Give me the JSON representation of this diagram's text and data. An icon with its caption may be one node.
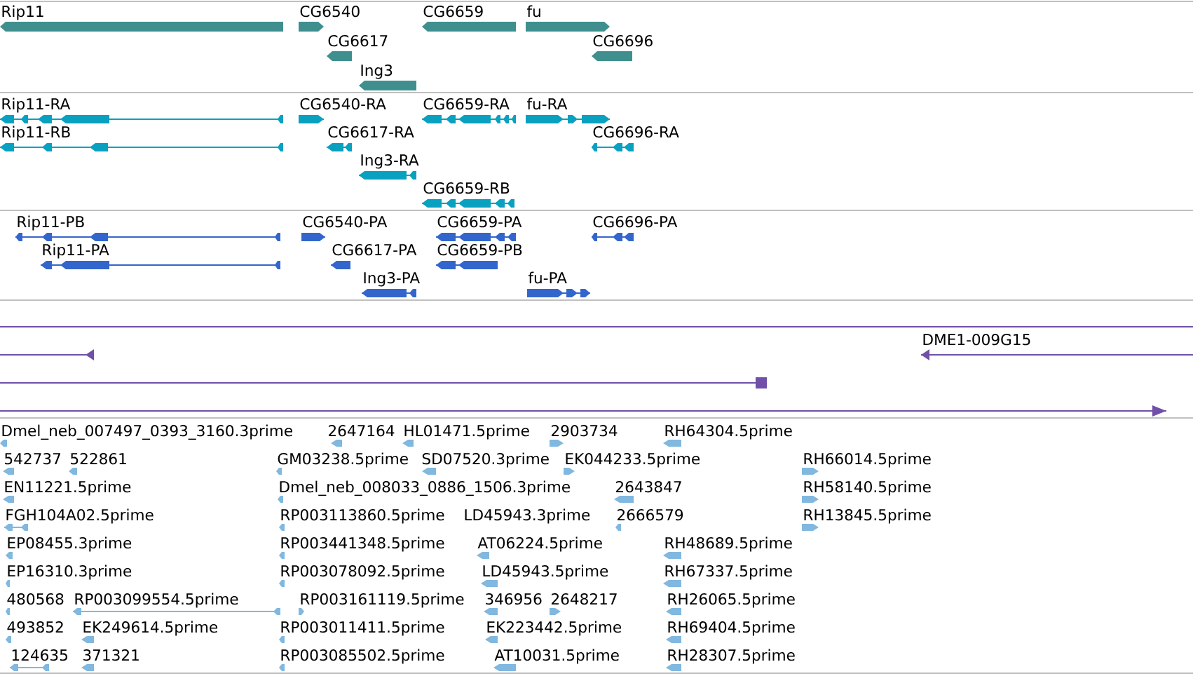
{
  "diagram": {
    "nodes": [
      {
        "text": [
          "Rip11"
        ]
      },
      {
        "text": [
          "CG6540"
        ]
      },
      {
        "text": [
          "CG6659"
        ]
      },
      {
        "text": [
          "fu"
        ]
      },
      {
        "text": [
          "CG6617"
        ]
      },
      {
        "text": [
          "CG6696"
        ]
      },
      {
        "text": [
          "Ing3"
        ]
      },
      {
        "text": [
          "Rip11-RA"
        ]
      },
      {
        "text": [
          "CG6540-RA"
        ]
      },
      {
        "text": [
          "CG6659-RA"
        ]
      },
      {
        "text": [
          "fu-RA"
        ]
      },
      {
        "text": [
          "Rip11-RB"
        ]
      },
      {
        "text": [
          "CG6617-RA"
        ]
      },
      {
        "text": [
          "CG6696-RA"
        ]
      },
      {
        "text": [
          "Ing3-RA"
        ]
      },
      {
        "text": [
          "CG6659-RB"
        ]
      },
      {
        "text": [
          "Rip11-PB"
        ]
      },
      {
        "text": [
          "CG6540-PA"
        ]
      },
      {
        "text": [
          "CG6659-PA"
        ]
      },
      {
        "text": [
          "CG6696-PA"
        ]
      },
      {
        "text": [
          "Rip11-PA"
        ]
      },
      {
        "text": [
          "CG6617-PA"
        ]
      },
      {
        "text": [
          "CG6659-PB"
        ]
      },
      {
        "text": [
          "Ing3-PA"
        ]
      },
      {
        "text": [
          "fu-PA"
        ]
      },
      {
        "text": [],
        "shape": "bar"
      },
      {
        "text": [],
        "shape": "bar"
      },
      {
        "text": [
          "DME1-009G15"
        ]
      },
      {
        "text": [],
        "shape": "bar"
      },
      {
        "text": [],
        "shape": "bar"
      },
      {
        "text": [
          "Dmel_neb_007497_0393_3160.3prime"
        ]
      },
      {
        "text": [
          "2647164"
        ]
      },
      {
        "text": [
          "HL01471.5prime"
        ]
      },
      {
        "text": [
          "2903734"
        ]
      },
      {
        "text": [
          "RH64304.5prime"
        ]
      },
      {
        "text": [
          "542737"
        ]
      },
      {
        "text": [
          "522861"
        ]
      },
      {
        "text": [
          "GM03238.5prime"
        ]
      },
      {
        "text": [
          "SD07520.3prime"
        ]
      },
      {
        "text": [
          "EK044233.5prime"
        ]
      },
      {
        "text": [
          "RH66014.5prime"
        ]
      },
      {
        "text": [
          "EN11221.5prime"
        ]
      },
      {
        "text": [
          "Dmel_neb_008033_0886_1506.3prime"
        ]
      },
      {
        "text": [
          "2643847"
        ]
      },
      {
        "text": [
          "RH58140.5prime"
        ]
      },
      {
        "text": [
          "FGH104A02.5prime"
        ]
      },
      {
        "text": [
          "RP003113860.5prime"
        ]
      },
      {
        "text": [
          "LD45943.3prime"
        ]
      },
      {
        "text": [
          "2666579"
        ]
      },
      {
        "text": [
          "RH13845.5prime"
        ]
      },
      {
        "text": [
          "EP08455.3prime"
        ]
      },
      {
        "text": [
          "RP003441348.5prime"
        ]
      },
      {
        "text": [
          "AT06224.5prime"
        ]
      },
      {
        "text": [
          "RH48689.5prime"
        ]
      },
      {
        "text": [
          "EP16310.3prime"
        ]
      },
      {
        "text": [
          "RP003078092.5prime"
        ]
      },
      {
        "text": [
          "LD45943.5prime"
        ]
      },
      {
        "text": [
          "RH67337.5prime"
        ]
      },
      {
        "text": [
          "480568"
        ]
      },
      {
        "text": [
          "RP003099554.5prime"
        ]
      },
      {
        "text": [
          "RP003161119.5prime"
        ]
      },
      {
        "text": [
          "346956"
        ]
      },
      {
        "text": [
          "2648217"
        ]
      },
      {
        "text": [
          "RH26065.5prime"
        ]
      },
      {
        "text": [
          "493852"
        ]
      },
      {
        "text": [
          "EK249614.5prime"
        ]
      },
      {
        "text": [
          "RP003011411.5prime"
        ]
      },
      {
        "text": [
          "EK223442.5prime"
        ]
      },
      {
        "text": [
          "RH69404.5prime"
        ]
      },
      {
        "text": [
          "124635"
        ]
      },
      {
        "text": [
          "371321"
        ]
      },
      {
        "text": [
          "RP003085502.5prime"
        ]
      },
      {
        "text": [
          "AT10031.5prime"
        ]
      },
      {
        "text": [
          "RH28307.5prime"
        ]
      }
    ]
  }
}
